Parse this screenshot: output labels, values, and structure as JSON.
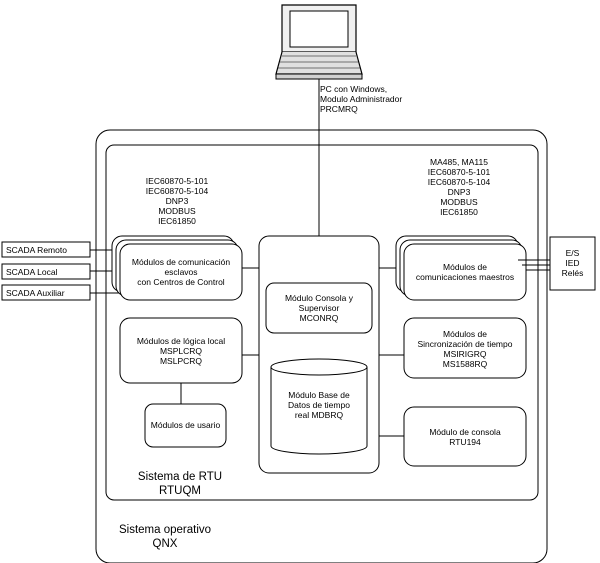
{
  "pc": {
    "label_lines": [
      "PC con Windows,",
      "Modulo Administrador",
      "PRCMRQ"
    ]
  },
  "os": {
    "label_lines": [
      "Sistema operativo",
      "QNX"
    ]
  },
  "rtu": {
    "label_lines": [
      "Sistema de RTU",
      "RTUQM"
    ]
  },
  "slave_protocols": [
    "IEC60870-5-101",
    "IEC60870-5-104",
    "DNP3",
    "MODBUS",
    "IEC61850"
  ],
  "master_protocols": [
    "MA485, MA115",
    "IEC60870-5-101",
    "IEC60870-5-104",
    "DNP3",
    "MODBUS",
    "IEC61850"
  ],
  "scada": [
    "SCADA Remoto",
    "SCADA Local",
    "SCADA Auxiliar"
  ],
  "io": {
    "label_lines": [
      "E/S",
      "IED",
      "Relés"
    ]
  },
  "modules": {
    "slave_comm": [
      "Módulos de comunicación",
      "esclavos",
      "con Centros de Control"
    ],
    "local_logic": [
      "Módulos de lógica local",
      "MSPLCRQ",
      "MSLPCRQ"
    ],
    "user": [
      "Módulos de usario"
    ],
    "console_supervisor": [
      "Módulo Consola y",
      "Supervisor",
      "MCONRQ"
    ],
    "database": [
      "Módulo Base de",
      "Datos de tiempo",
      "real MDBRQ"
    ],
    "master_comm": [
      "Módulos de",
      "comunicaciones maestros"
    ],
    "time_sync": [
      "Módulos de",
      "Sincronización de tiempo",
      "MSIRIGRQ",
      "MS1588RQ"
    ],
    "console": [
      "Módulo de consola",
      "RTU194"
    ]
  }
}
